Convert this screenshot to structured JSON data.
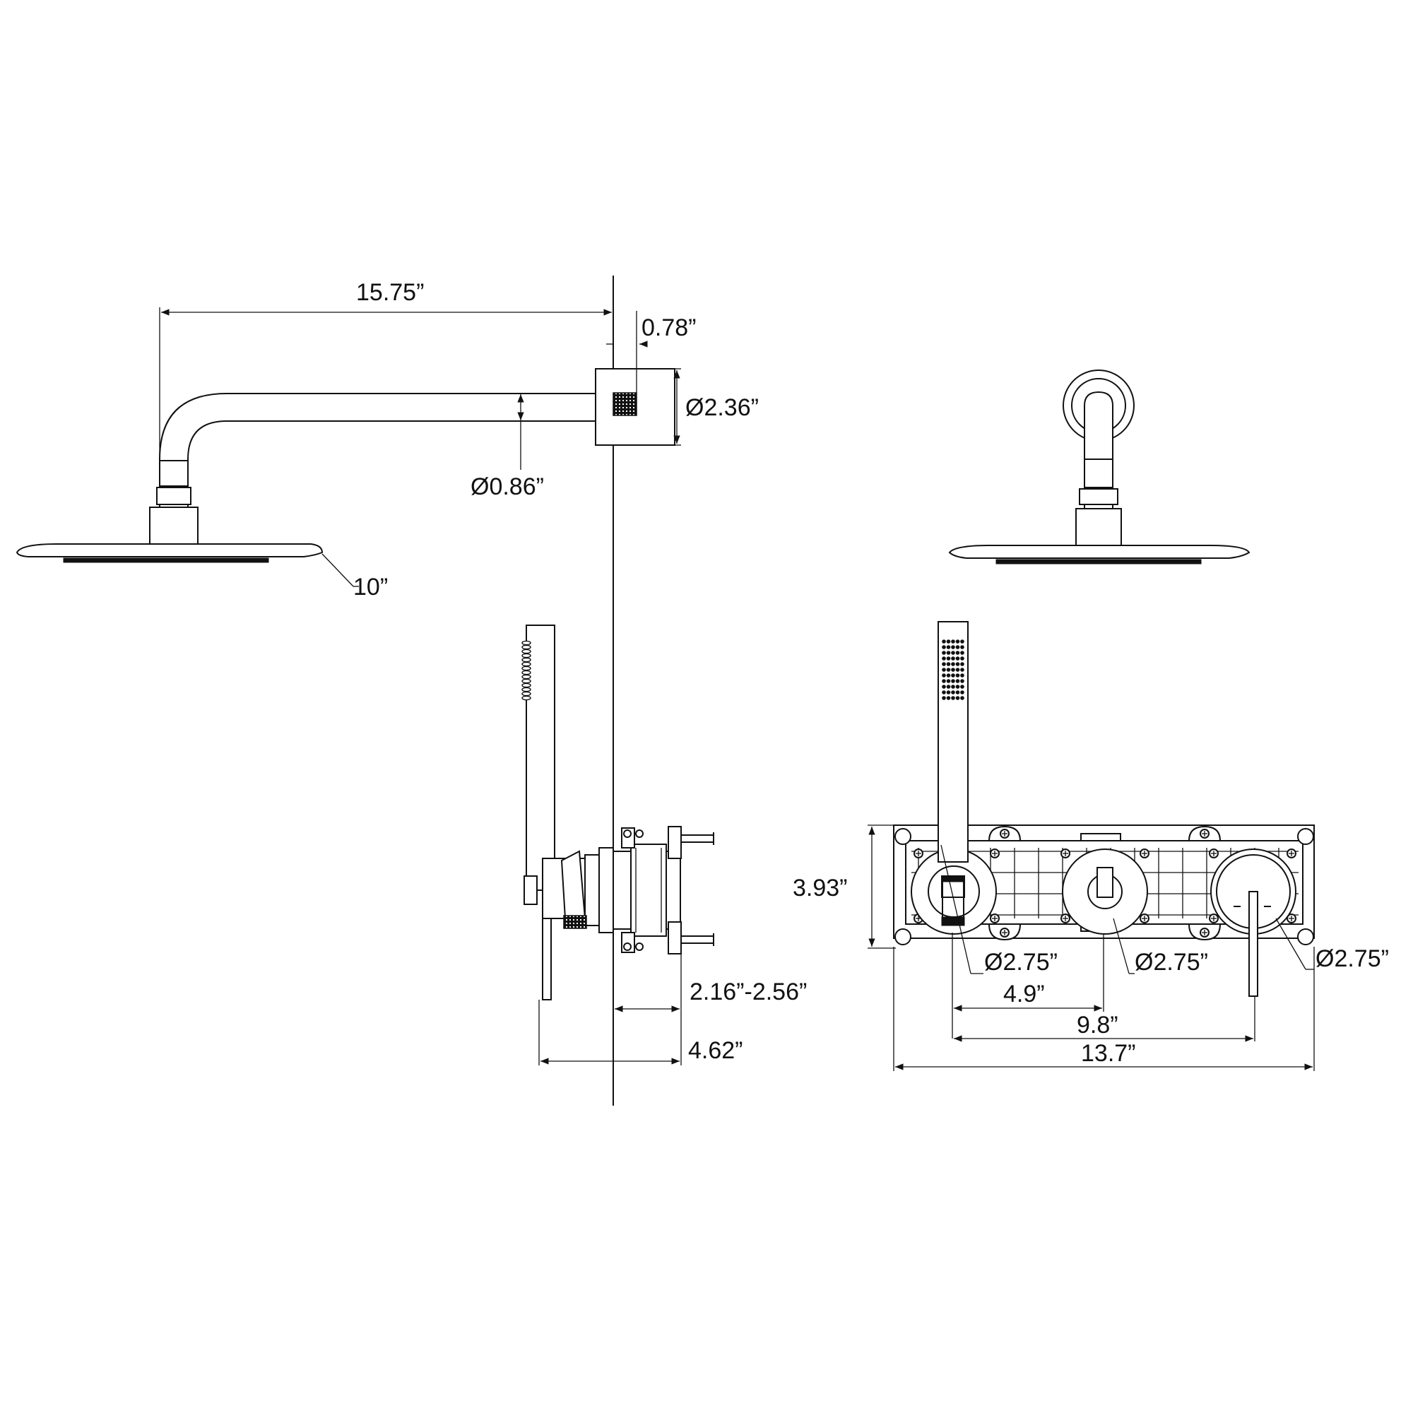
{
  "dimensions": {
    "arm_length": "15.75”",
    "flange_depth": "0.78”",
    "flange_diameter": "Ø2.36”",
    "arm_diameter": "Ø0.86”",
    "showerhead_diameter": "10”",
    "valve_depth_range": "2.16”-2.56”",
    "valve_total_depth": "4.62”",
    "plate_height": "3.93”",
    "trim_diameter_left": "Ø2.75”",
    "trim_diameter_center": "Ø2.75”",
    "trim_diameter_right": "Ø2.75”",
    "spacing_first": "4.9”",
    "spacing_second": "9.8”",
    "overall_width": "13.7”"
  }
}
